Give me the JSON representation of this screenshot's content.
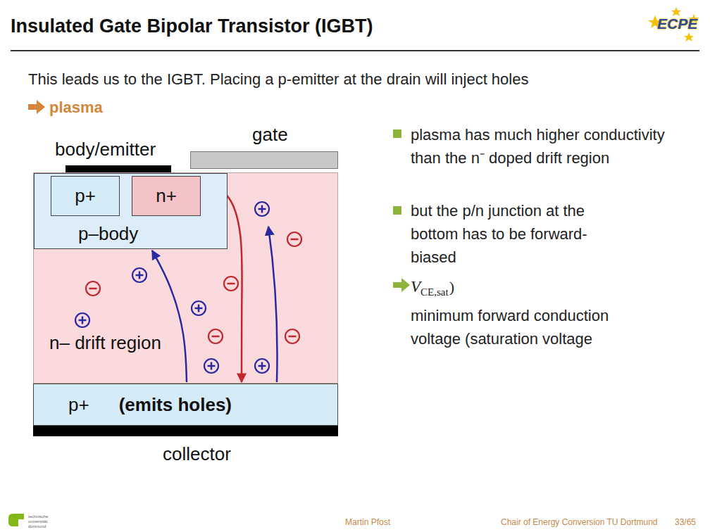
{
  "diagram": {
    "title": "Insulated Gate Bipolar Transistor (IGBT)",
    "nodes": [
      {
        "text": [
          "body/emitter"
        ]
      },
      {
        "text": [
          "gate"
        ]
      },
      {
        "text": [
          "n– drift region"
        ]
      },
      {
        "text": [
          "p–body"
        ],
        "in": 2
      },
      {
        "text": [
          "p+"
        ],
        "in": 3
      },
      {
        "text": [
          "n+"
        ],
        "in": 3
      },
      {
        "text": [
          "p+",
          "(emits holes)"
        ]
      },
      {
        "text": [
          "collector"
        ]
      }
    ],
    "edges": [
      {
        "from": 5,
        "to": 6,
        "arrow": "to"
      },
      {
        "from": 6,
        "to": 3,
        "arrow": "to"
      }
    ],
    "labels": [
      "This leads us to the IGBT. Placing a p-emitter at the drain will inject holes",
      "plasma",
      "plasma has much higher conductivity than the n⁻ doped drift region",
      "but the p/n junction at the bottom has to be forward-biased",
      "minimum forward conduction voltage (saturation voltage",
      "V",
      "CE,sat",
      ")",
      "ECPE",
      "technische universität dortmund",
      "Martin Pfost",
      "Chair of Energy Conversion TU Dortmund",
      "33/65"
    ]
  }
}
